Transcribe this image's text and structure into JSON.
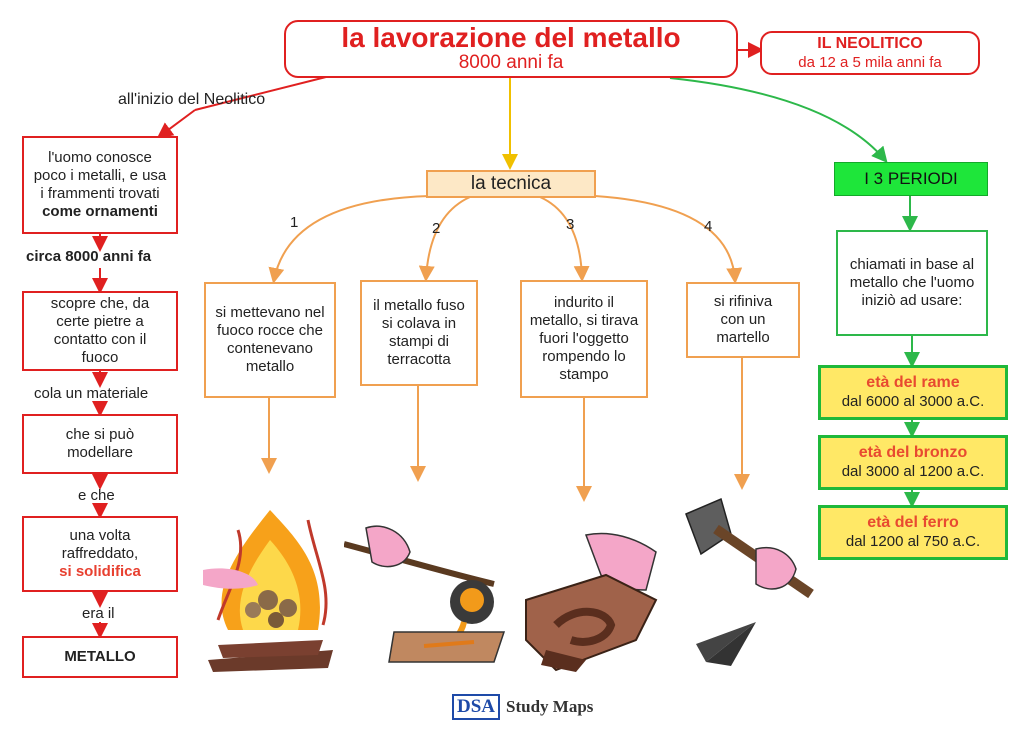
{
  "title": "la lavorazione del metallo",
  "subtitle": "8000 anni fa",
  "neolitico": {
    "title": "IL NEOLITICO",
    "sub": "da 12 a 5 mila anni fa"
  },
  "left_label": "all'inizio del Neolitico",
  "left_chain": {
    "box1_a": "l'uomo conosce poco i metalli, e usa i frammenti trovati",
    "box1_b": "come ornamenti",
    "link1": "circa 8000 anni fa",
    "box2": "scopre che, da certe pietre a contatto con il fuoco",
    "link2": "cola un materiale",
    "box3": "che si può modellare",
    "link3": "e che",
    "box4_a": "una volta raffreddato,",
    "box4_b": "si solidifica",
    "link4": "era il",
    "box5": "METALLO"
  },
  "tecnica": {
    "title": "la tecnica",
    "steps": [
      {
        "num": "1",
        "text": "si mettevano nel fuoco rocce che contenevano metallo"
      },
      {
        "num": "2",
        "text": "il metallo fuso si colava in stampi di terracotta"
      },
      {
        "num": "3",
        "text": "indurito il metallo, si tirava fuori l'oggetto rompendo lo stampo"
      },
      {
        "num": "4",
        "text": "si rifiniva con un martello"
      }
    ]
  },
  "periodi": {
    "title": "I 3 PERIODI",
    "desc": "chiamati in base al metallo che l'uomo iniziò ad usare:",
    "items": [
      {
        "name": "età del rame",
        "dates": "dal 6000 al 3000 a.C."
      },
      {
        "name": "età del bronzo",
        "dates": "dal 3000 al 1200 a.C."
      },
      {
        "name": "età del ferro",
        "dates": "dal 1200 al 750 a.C."
      }
    ]
  },
  "logo": {
    "badge": "DSA",
    "text": "Study Maps"
  },
  "colors": {
    "red": "#e02020",
    "orange": "#f0a050",
    "green": "#2db84a",
    "yellow": "#ffe866",
    "accent_red_text": "#e84030"
  }
}
